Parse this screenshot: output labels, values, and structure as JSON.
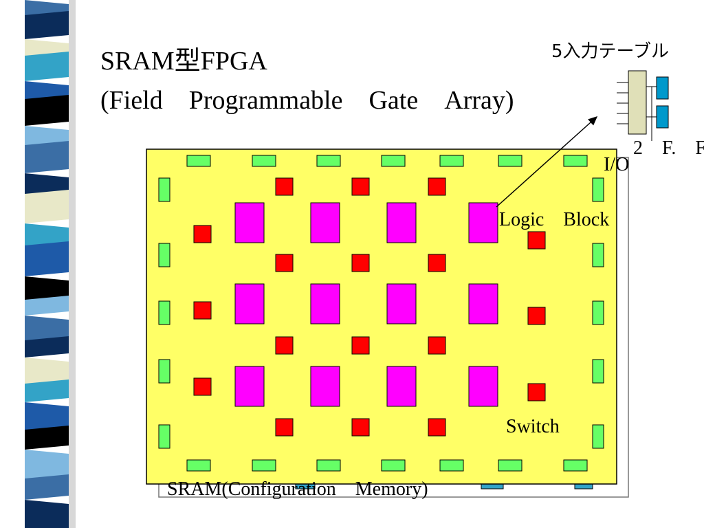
{
  "slide": {
    "title_line1": "SRAM型FPGA",
    "title_line2": "(Field　Programmable　Gate　Array)"
  },
  "labels": {
    "lut": "5入力テーブル",
    "ff": "2　F.　F",
    "io": "I/O",
    "logic_block": "Logic　Block",
    "switch": "Switch",
    "sram": "SRAM(Configuration　Memory)"
  },
  "colors": {
    "chip_fill": "#ffff66",
    "logic_block": "#ff00ff",
    "switch": "#ff0000",
    "io": "#66ff66",
    "lut_body": "#e0e0b8",
    "flip_flop": "#0099cc",
    "sram_block": "#33a3c7"
  },
  "stripe_colors": [
    "#3b6ea5",
    "#0b2c5a",
    "#e8e8c8",
    "#33a3c7",
    "#1e5aa8",
    "#000000",
    "#7fb8e0",
    "#ffffff"
  ]
}
